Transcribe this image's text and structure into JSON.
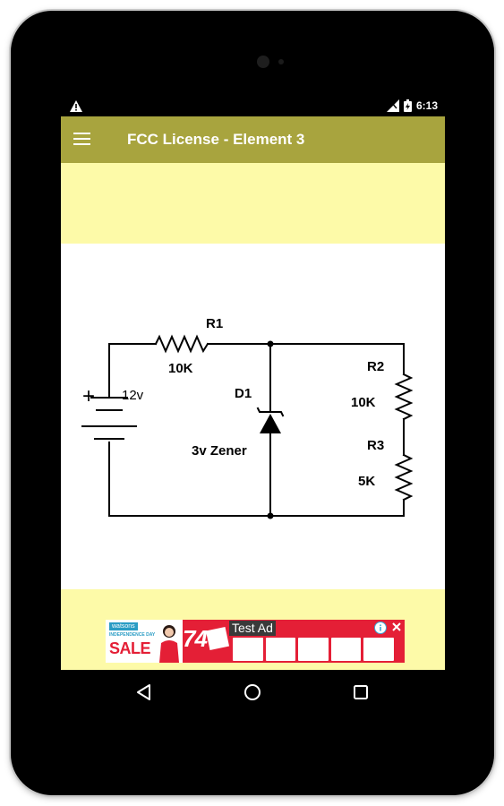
{
  "status_bar": {
    "time": "6:13"
  },
  "app_bar": {
    "title": "FCC License - Element 3"
  },
  "circuit": {
    "battery_voltage": "12v",
    "battery_polarity": "+",
    "r1_name": "R1",
    "r1_value": "10K",
    "d1_name": "D1",
    "d1_desc": "3v Zener",
    "r2_name": "R2",
    "r2_value": "10K",
    "r3_name": "R3",
    "r3_value": "5K"
  },
  "ad": {
    "brand": "watsons",
    "subline": "INDEPENDENCE DAY",
    "sale": "SALE",
    "percent": "74",
    "label": "Test Ad"
  },
  "colors": {
    "app_bar": "#a8a43e",
    "content_background": "#fdfaa8",
    "ad_red": "#e41f36"
  },
  "icons": {
    "status_warning": "warning-icon",
    "status_signal": "signal-icon",
    "status_battery": "battery-icon",
    "menu": "hamburger-menu-icon",
    "nav_back": "back-triangle-icon",
    "nav_home": "home-circle-icon",
    "nav_recents": "recents-square-icon"
  }
}
